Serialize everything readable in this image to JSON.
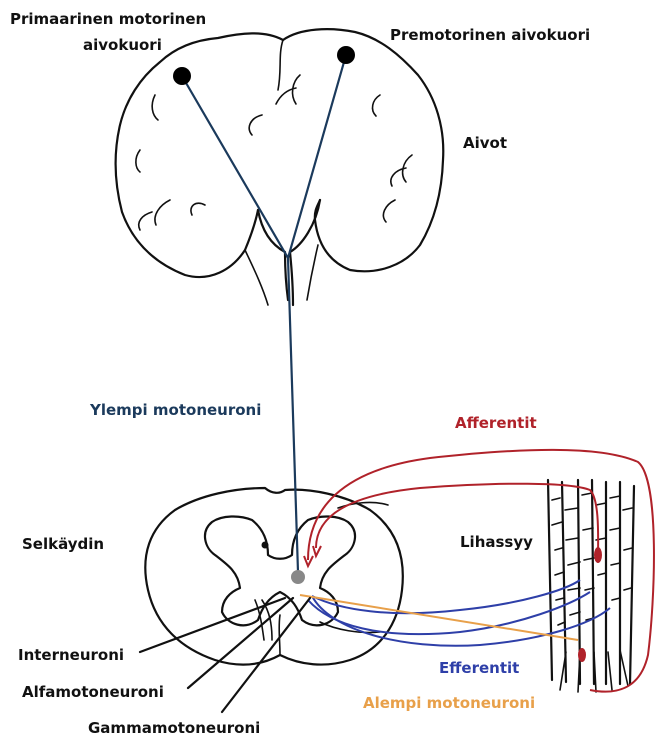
{
  "labels": {
    "primary_motor_line1": "Primaarinen motorinen",
    "primary_motor_line2": "aivokuori",
    "premotor": "Premotorinen aivokuori",
    "brain": "Aivot",
    "upper_motor_neuron": "Ylempi motoneuroni",
    "afferents": "Afferentit",
    "spinal_cord": "Selkäydin",
    "muscle": "Lihassyy",
    "interneuron": "Interneuroni",
    "alpha_motor_neuron": "Alfamotoneuroni",
    "gamma_motor_neuron": "Gammamotoneuroni",
    "efferents": "Efferentit",
    "lower_motor_neuron": "Alempi motoneuroni"
  },
  "colors": {
    "outline": "#111111",
    "upper_motor_neuron": "#1b3a5c",
    "afferents": "#b0222a",
    "efferents": "#2e3fa8",
    "lower_motor_neuron": "#e8a04a",
    "cell_body": "#888888"
  }
}
